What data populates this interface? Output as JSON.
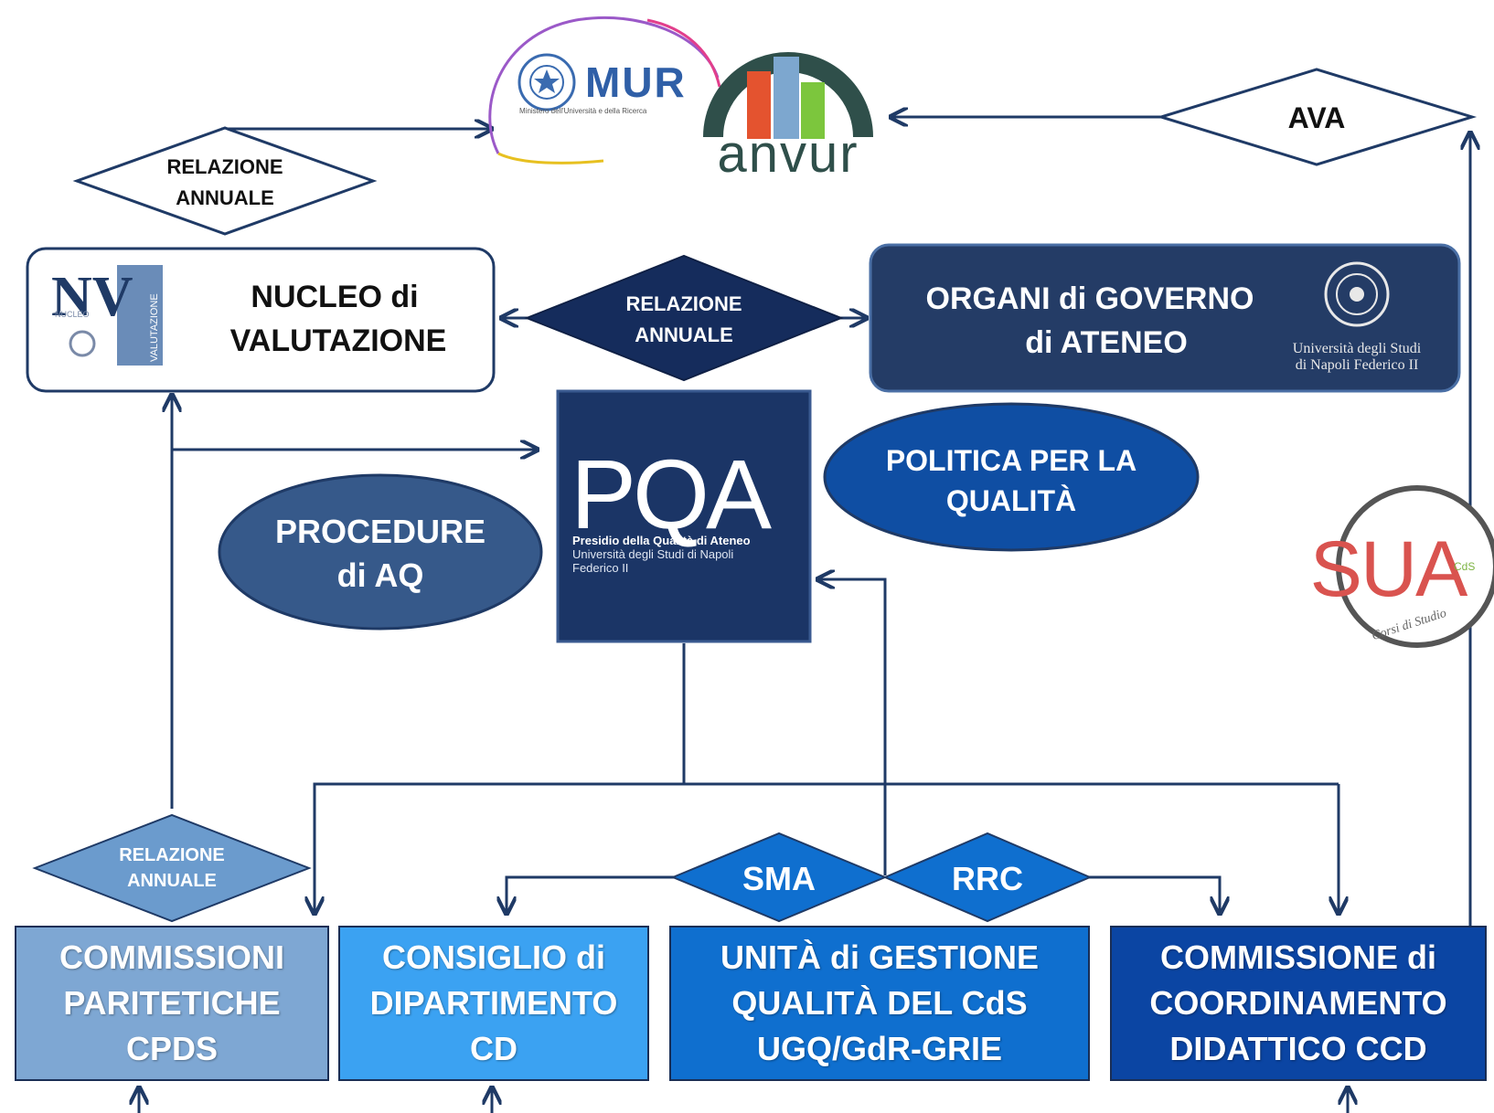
{
  "logos": {
    "mur": {
      "text": "MUR",
      "subtitle": "Ministero dell'Università e della Ricerca"
    },
    "anvur": {
      "text": "anvur"
    },
    "unina": {
      "line1": "Università degli Studi",
      "line2": "di Napoli Federico II"
    },
    "nv": {
      "letters": "NV",
      "side1": "NUCLEO",
      "side2": "VALUTAZIONE"
    },
    "sua": {
      "letters": "SUA",
      "cds": "CdS",
      "arc": "Corsi di Studio"
    },
    "pqa": {
      "letters": "PQA",
      "line1": "Presidio della Qualità di Ateneo",
      "line2": "Università degli Studi di Napoli",
      "line3": "Federico II"
    }
  },
  "diamonds": {
    "relazione_top": {
      "line1": "RELAZIONE",
      "line2": "ANNUALE"
    },
    "relazione_mid": {
      "line1": "RELAZIONE",
      "line2": "ANNUALE"
    },
    "relazione_bottom": {
      "line1": "RELAZIONE",
      "line2": "ANNUALE"
    },
    "ava": {
      "label": "AVA"
    },
    "sma": {
      "label": "SMA"
    },
    "rrc": {
      "label": "RRC"
    }
  },
  "boxes": {
    "nucleo": {
      "line1": "NUCLEO di",
      "line2": "VALUTAZIONE"
    },
    "organi": {
      "line1": "ORGANI di GOVERNO",
      "line2": "di ATENEO"
    }
  },
  "ellipses": {
    "procedure": {
      "line1": "PROCEDURE",
      "line2": "di AQ"
    },
    "politica": {
      "line1": "POLITICA PER LA",
      "line2": "QUALITÀ"
    }
  },
  "bottom_row": [
    {
      "line1": "COMMISSIONI",
      "line2": "PARITETICHE",
      "line3": "CPDS"
    },
    {
      "line1": "CONSIGLIO di",
      "line2": "DIPARTIMENTO",
      "line3": "CD"
    },
    {
      "line1": "UNITÀ di GESTIONE",
      "line2": "QUALITÀ DEL CdS",
      "line3": "UGQ/GdR-GRIE"
    },
    {
      "line1": "COMMISSIONE di",
      "line2": "COORDINAMENTO",
      "line3": "DIDATTICO CCD"
    }
  ],
  "colors": {
    "connector": "#1f3a66",
    "navy": "#243c66",
    "pqa": "#1b3566",
    "ellipse_dark": "#36598a",
    "ellipse_blue": "#0f4ea3",
    "cpds": "#7ea7d3",
    "cd": "#3ba2f2",
    "ugq": "#0f6fcf",
    "ccd": "#0b45a3",
    "diamond_light": "#6b9bcd",
    "diamond_mid": "#0f6fcf"
  }
}
